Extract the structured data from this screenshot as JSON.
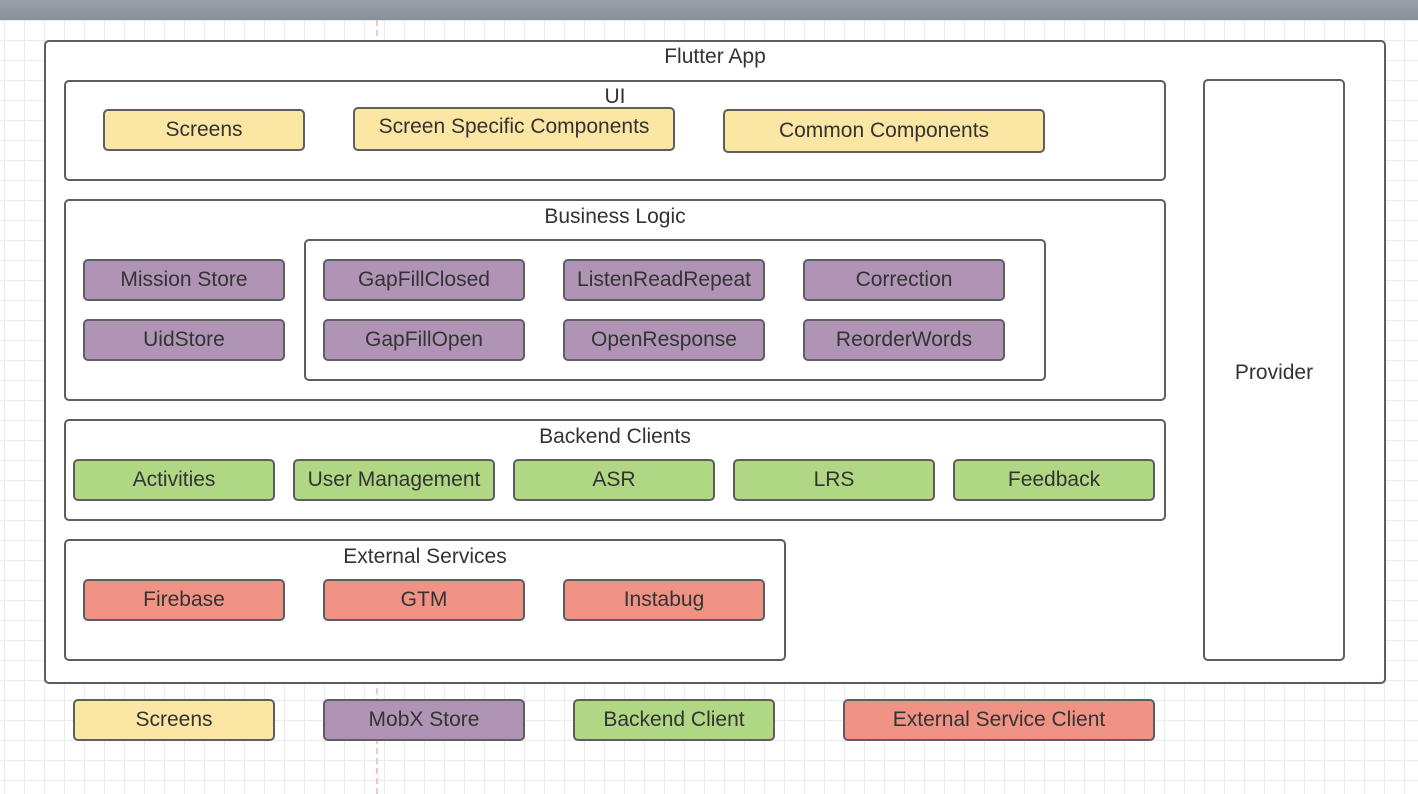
{
  "app": {
    "title": "Flutter App"
  },
  "ui": {
    "title": "UI",
    "components": [
      "Screens",
      "Screen Specific Components",
      "Common Components"
    ]
  },
  "business_logic": {
    "title": "Business Logic",
    "stores": [
      "Mission Store",
      "UidStore"
    ],
    "activity_stores": [
      "GapFillClosed",
      "ListenReadRepeat",
      "Correction",
      "GapFillOpen",
      "OpenResponse",
      "ReorderWords"
    ]
  },
  "backend_clients": {
    "title": "Backend Clients",
    "items": [
      "Activities",
      "User Management",
      "ASR",
      "LRS",
      "Feedback"
    ]
  },
  "external_services": {
    "title": "External Services",
    "items": [
      "Firebase",
      "GTM",
      "Instabug"
    ]
  },
  "provider": {
    "label": "Provider"
  },
  "legend": [
    {
      "label": "Screens",
      "color": "#fbe6a4"
    },
    {
      "label": "MobX Store",
      "color": "#b094b5"
    },
    {
      "label": "Backend Client",
      "color": "#b0d884"
    },
    {
      "label": "External Service Client",
      "color": "#f09385"
    }
  ],
  "colors": {
    "ui": "#fbe6a4",
    "mobx_store": "#b094b5",
    "backend_client": "#b0d884",
    "external_service": "#f09385",
    "border": "#5e5e5e"
  }
}
